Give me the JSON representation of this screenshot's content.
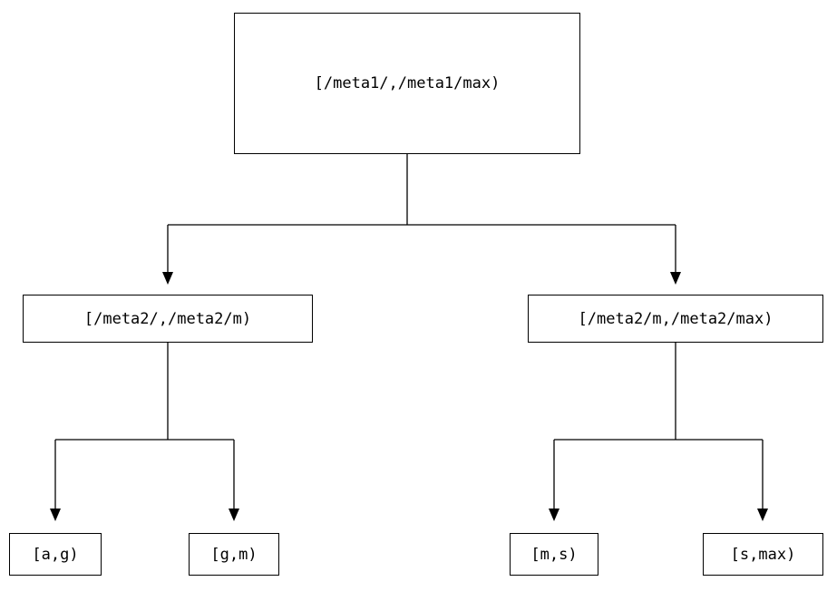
{
  "diagram": {
    "type": "interval-partition-tree",
    "root": {
      "label": "[/meta1/,/meta1/max)"
    },
    "level2": [
      {
        "label": "[/meta2/,/meta2/m)"
      },
      {
        "label": "[/meta2/m,/meta2/max)"
      }
    ],
    "leaves": [
      {
        "label": "[a,g)"
      },
      {
        "label": "[g,m)"
      },
      {
        "label": "[m,s)"
      },
      {
        "label": "[s,max)"
      }
    ],
    "line_color": "#000000",
    "box_border_color": "#000000",
    "background_color": "#ffffff"
  }
}
